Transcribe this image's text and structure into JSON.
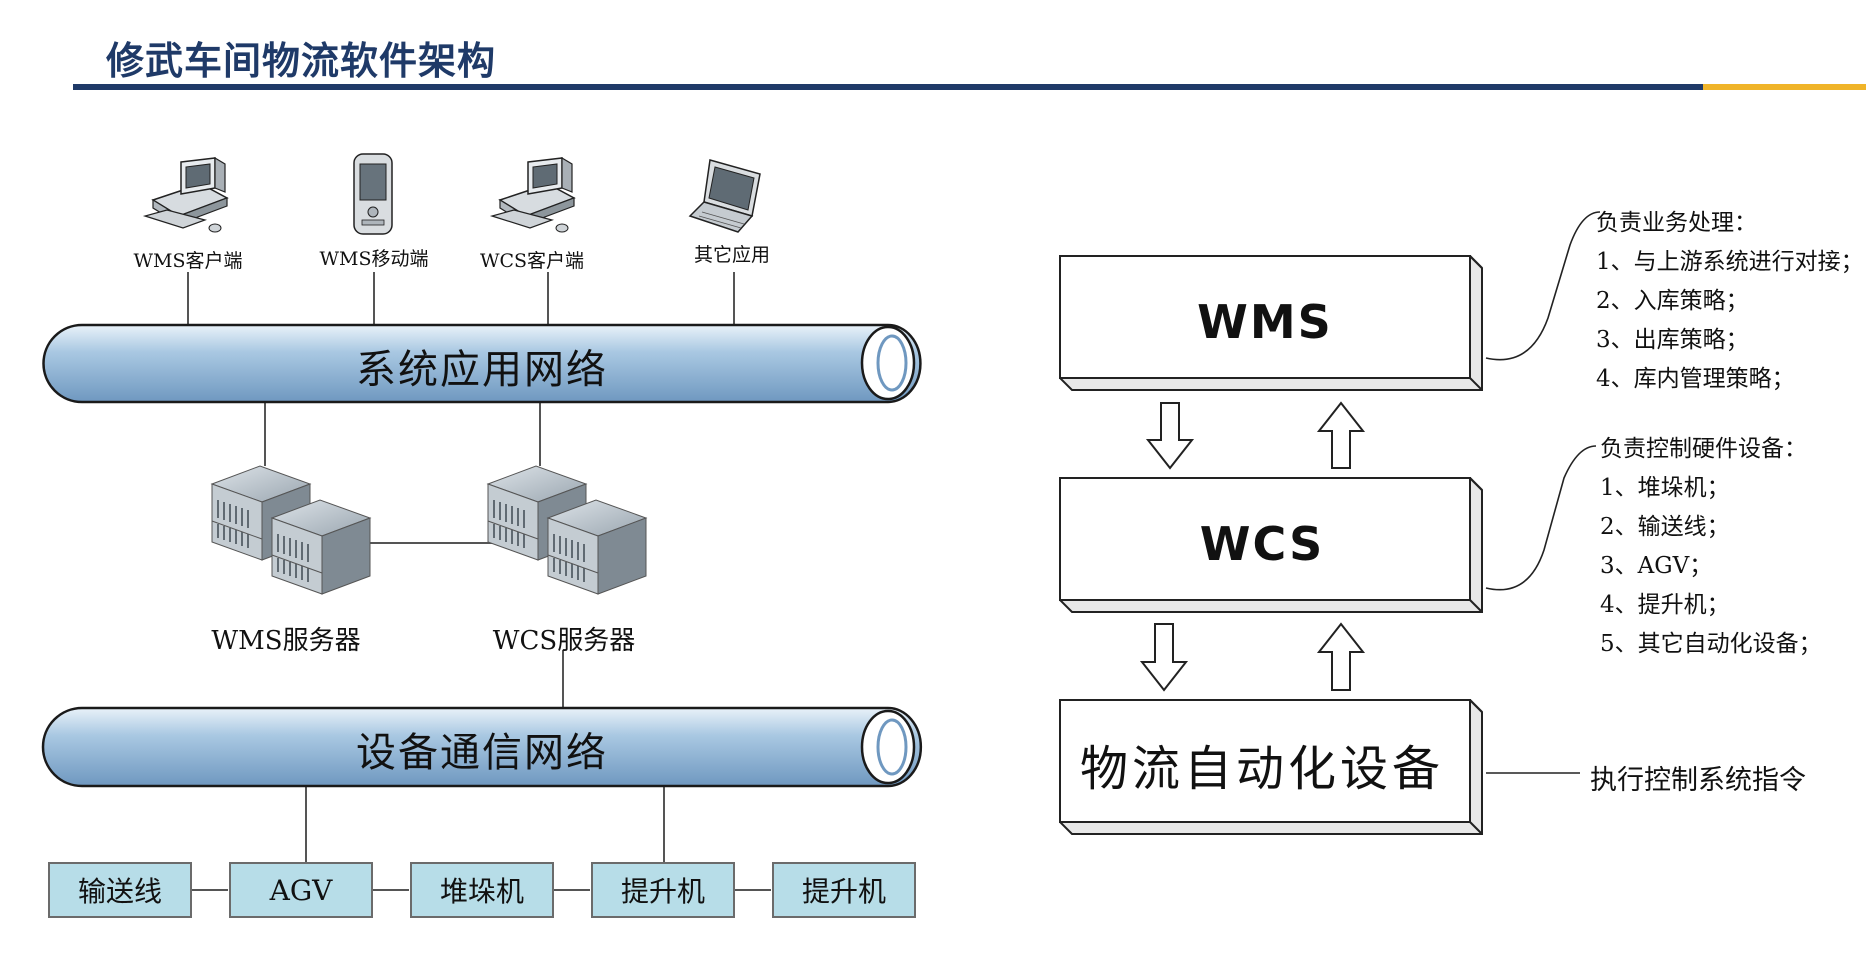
{
  "page": {
    "title": "修武车间物流软件架构",
    "colors": {
      "title": "#1f3a68",
      "rule_blue": "#1f3a68",
      "rule_gold": "#f0b429",
      "pipe": "#8fb6d6",
      "device_fill": "#b7dde8"
    }
  },
  "clients": [
    {
      "label": "WMS客户端",
      "icon": "desktop-computer-icon"
    },
    {
      "label": "WMS移动端",
      "icon": "handheld-device-icon"
    },
    {
      "label": "WCS客户端",
      "icon": "desktop-computer-icon"
    },
    {
      "label": "其它应用",
      "icon": "laptop-icon"
    }
  ],
  "networks": {
    "app": "系统应用网络",
    "device": "设备通信网络"
  },
  "servers": [
    {
      "label": "WMS服务器",
      "icon": "server-rack-icon"
    },
    {
      "label": "WCS服务器",
      "icon": "server-rack-icon"
    }
  ],
  "devices": [
    "输送线",
    "AGV",
    "堆垛机",
    "提升机",
    "提升机"
  ],
  "stack": {
    "wms": "WMS",
    "wcs": "WCS",
    "automation": "物流自动化设备"
  },
  "notes": {
    "wms": [
      "负责业务处理：",
      "1、与上游系统进行对接；",
      "2、入库策略；",
      "3、出库策略；",
      "4、库内管理策略；"
    ],
    "wcs": [
      "负责控制硬件设备：",
      "1、堆垛机；",
      "2、输送线；",
      "3、AGV；",
      "4、提升机；",
      "5、其它自动化设备；"
    ],
    "automation": "执行控制系统指令"
  }
}
